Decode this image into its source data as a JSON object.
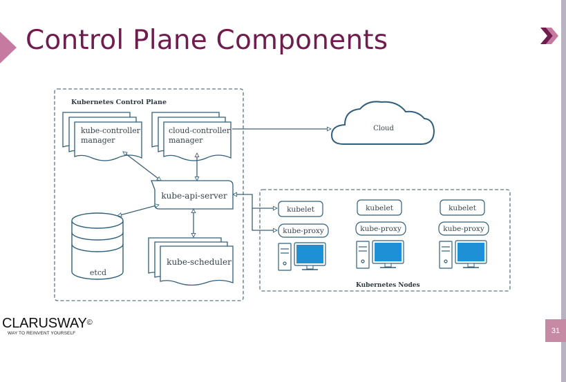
{
  "slide": {
    "title": "Control Plane Components",
    "page_number": "31",
    "brand_name": "CLARUSWAY",
    "brand_mark": "©",
    "brand_tagline": "WAY TO REINVENT YOURSELF",
    "icons": [
      "title-marker-icon",
      "next-slide-icon",
      "server-icon",
      "cloud-icon",
      "database-icon",
      "computer-icon"
    ]
  },
  "diagram": {
    "control_plane_label": "Kubernetes Control Plane",
    "nodes_label": "Kubernetes Nodes",
    "kube_controller_manager": [
      "kube-controller",
      "manager"
    ],
    "cloud_controller_manager": [
      "cloud-controller",
      "manager"
    ],
    "cloud": "Cloud",
    "kube_api_server": "kube-api-server",
    "etcd": "etcd",
    "kube_scheduler": "kube-scheduler",
    "worker_nodes": [
      {
        "kubelet": "kubelet",
        "kube_proxy": "kube-proxy"
      },
      {
        "kubelet": "kubelet",
        "kube_proxy": "kube-proxy"
      },
      {
        "kubelet": "kubelet",
        "kube_proxy": "kube-proxy"
      }
    ],
    "colors": {
      "line": "#2f5d7a",
      "label": "#36434d",
      "fill": "#ffffff"
    }
  }
}
